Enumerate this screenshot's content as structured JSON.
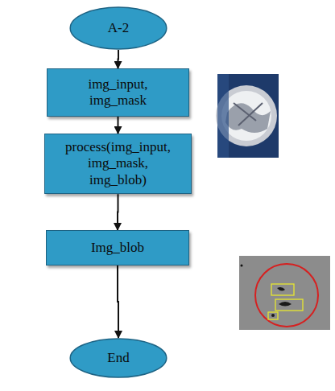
{
  "diagram": {
    "nodes": [
      {
        "text": [
          "A-2"
        ]
      },
      {
        "text": [
          "img_input, img_mask"
        ]
      },
      {
        "text": [
          "process(img_input, img_mask, img_blob)"
        ]
      },
      {
        "text": [
          "Img_blob"
        ]
      },
      {
        "text": [
          "End"
        ]
      }
    ],
    "edges": [
      {
        "from": 0,
        "to": 1,
        "arrow": "to"
      },
      {
        "from": 1,
        "to": 2,
        "arrow": "to"
      },
      {
        "from": 2,
        "to": 3,
        "arrow": "to"
      },
      {
        "from": 3,
        "to": 4,
        "arrow": "to"
      }
    ]
  }
}
